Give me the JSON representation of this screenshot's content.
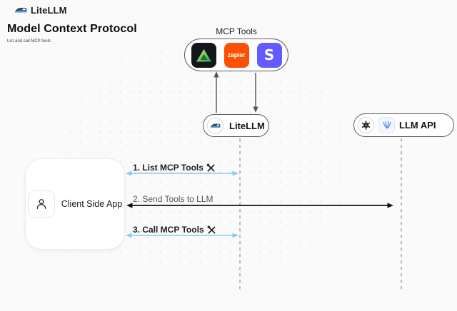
{
  "app": {
    "brand": "LiteLLM",
    "title": "Model Context Protocol",
    "subtitle": "List and call MCP tools"
  },
  "mcp_tools": {
    "label": "MCP Tools",
    "tools": [
      {
        "name": "triangle-tool",
        "bg": "#14161b"
      },
      {
        "name": "zapier",
        "word": "zapier",
        "bg": "#ff4f00"
      },
      {
        "name": "stripe",
        "letter": "S",
        "bg": "#635bff"
      }
    ]
  },
  "nodes": {
    "litellm": {
      "label": "LiteLLM"
    },
    "llm_api": {
      "label": "LLM API"
    },
    "client": {
      "label": "Client Side App"
    }
  },
  "sequence": [
    {
      "step": "1. List MCP Tools",
      "has_tool_icon": true,
      "arrow_color": "#8bc9ef",
      "from": "client",
      "to": "litellm"
    },
    {
      "step": "2. Send Tools to LLM",
      "has_tool_icon": false,
      "arrow_color": "#111111",
      "from": "client",
      "to": "llm_api"
    },
    {
      "step": "3. Call MCP Tools",
      "has_tool_icon": true,
      "arrow_color": "#8bc9ef",
      "from": "client",
      "to": "litellm"
    }
  ],
  "colors": {
    "background": "#fafafa",
    "blue_arrow": "#8bc9ef",
    "black_arrow": "#111111",
    "zapier_orange": "#ff4f00",
    "stripe_purple": "#635bff",
    "tool_green": "#19b85c",
    "pill_border": "#5d5d5d",
    "lifeline_gray": "#a3a3a3"
  }
}
